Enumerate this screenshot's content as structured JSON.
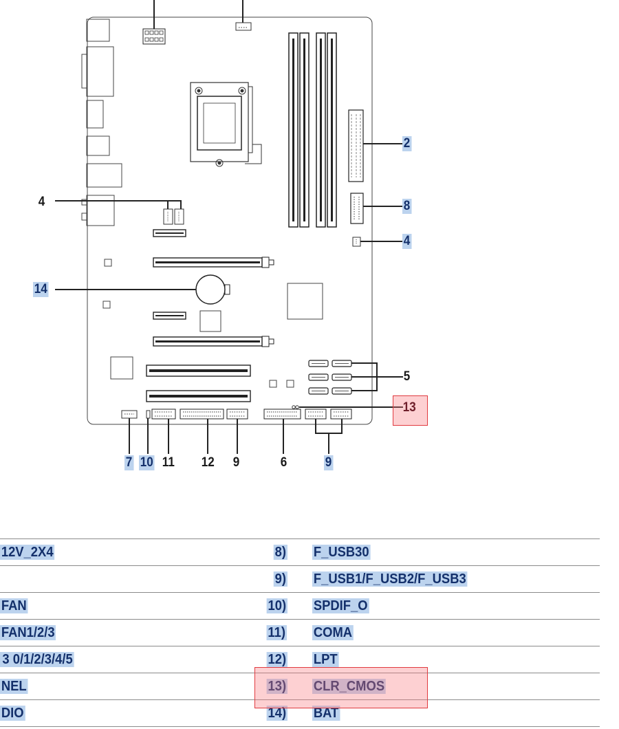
{
  "callouts": {
    "c2": "2",
    "c4_left": "4",
    "c8": "8",
    "c4_right": "4",
    "c14": "14",
    "c5": "5",
    "c13": "13",
    "c7": "7",
    "c10": "10",
    "c11": "11",
    "c12": "12",
    "c9_left": "9",
    "c6": "6",
    "c9_right": "9"
  },
  "table": {
    "rows": [
      {
        "left_name": "12V_2X4",
        "right_num": "8)",
        "right_name": "F_USB30"
      },
      {
        "left_name": "",
        "right_num": "9)",
        "right_name": "F_USB1/F_USB2/F_USB3"
      },
      {
        "left_name": "FAN",
        "right_num": "10)",
        "right_name": "SPDIF_O"
      },
      {
        "left_name": "FAN1/2/3",
        "right_num": "11)",
        "right_name": "COMA"
      },
      {
        "left_name": " 3 0/1/2/3/4/5",
        "right_num": "12)",
        "right_name": "LPT"
      },
      {
        "left_name": "NEL",
        "right_num": "13)",
        "right_name": "CLR_CMOS"
      },
      {
        "left_name": "DIO",
        "right_num": "14)",
        "right_name": "BAT"
      }
    ]
  },
  "colors": {
    "label_highlight": "#bcd3ee",
    "label_text": "#14306b",
    "red_highlight": "#f8787d"
  }
}
